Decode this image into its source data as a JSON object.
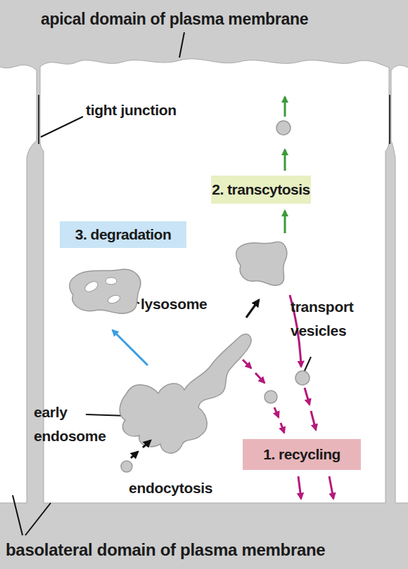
{
  "diagram": {
    "nodes": [
      {
        "text": [
          "2. transcytosis"
        ]
      },
      {
        "text": [
          "3. degradation"
        ]
      },
      {
        "text": [
          "1. recycling"
        ]
      }
    ],
    "labels": [
      "apical domain of plasma membrane",
      "tight junction",
      "lysosome",
      "transport vesicles",
      "early endosome",
      "endocytosis",
      "basolateral domain of plasma membrane"
    ]
  }
}
